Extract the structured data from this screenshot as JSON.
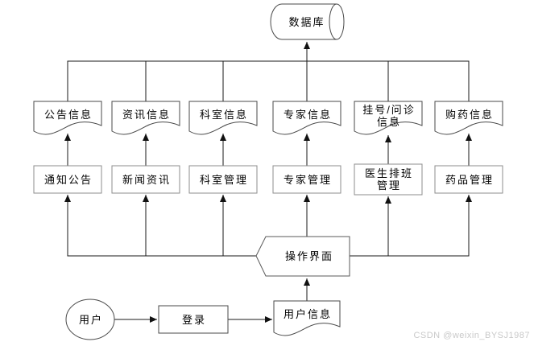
{
  "diagram": {
    "database": {
      "label": "数据库"
    },
    "info_row": [
      {
        "label": "公告信息"
      },
      {
        "label": "资讯信息"
      },
      {
        "label": "科室信息"
      },
      {
        "label": "专家信息"
      },
      {
        "label": "挂号/问诊\n信息"
      },
      {
        "label": "购药信息"
      }
    ],
    "manage_row": [
      {
        "label": "通知公告"
      },
      {
        "label": "新闻资讯"
      },
      {
        "label": "科室管理"
      },
      {
        "label": "专家管理"
      },
      {
        "label": "医生排班\n管理"
      },
      {
        "label": "药品管理"
      }
    ],
    "interface": {
      "label": "操作界面"
    },
    "user": {
      "label": "用户"
    },
    "login": {
      "label": "登录"
    },
    "user_info": {
      "label": "用户信息"
    }
  },
  "watermark": "CSDN @weixin_BYSJ1987",
  "colors": {
    "connector": "#1a1a1a",
    "shape_border_dark": "#4a4a4a",
    "shape_border_gray": "#8c8c8c",
    "watermark_text": "#c9c9c9"
  }
}
